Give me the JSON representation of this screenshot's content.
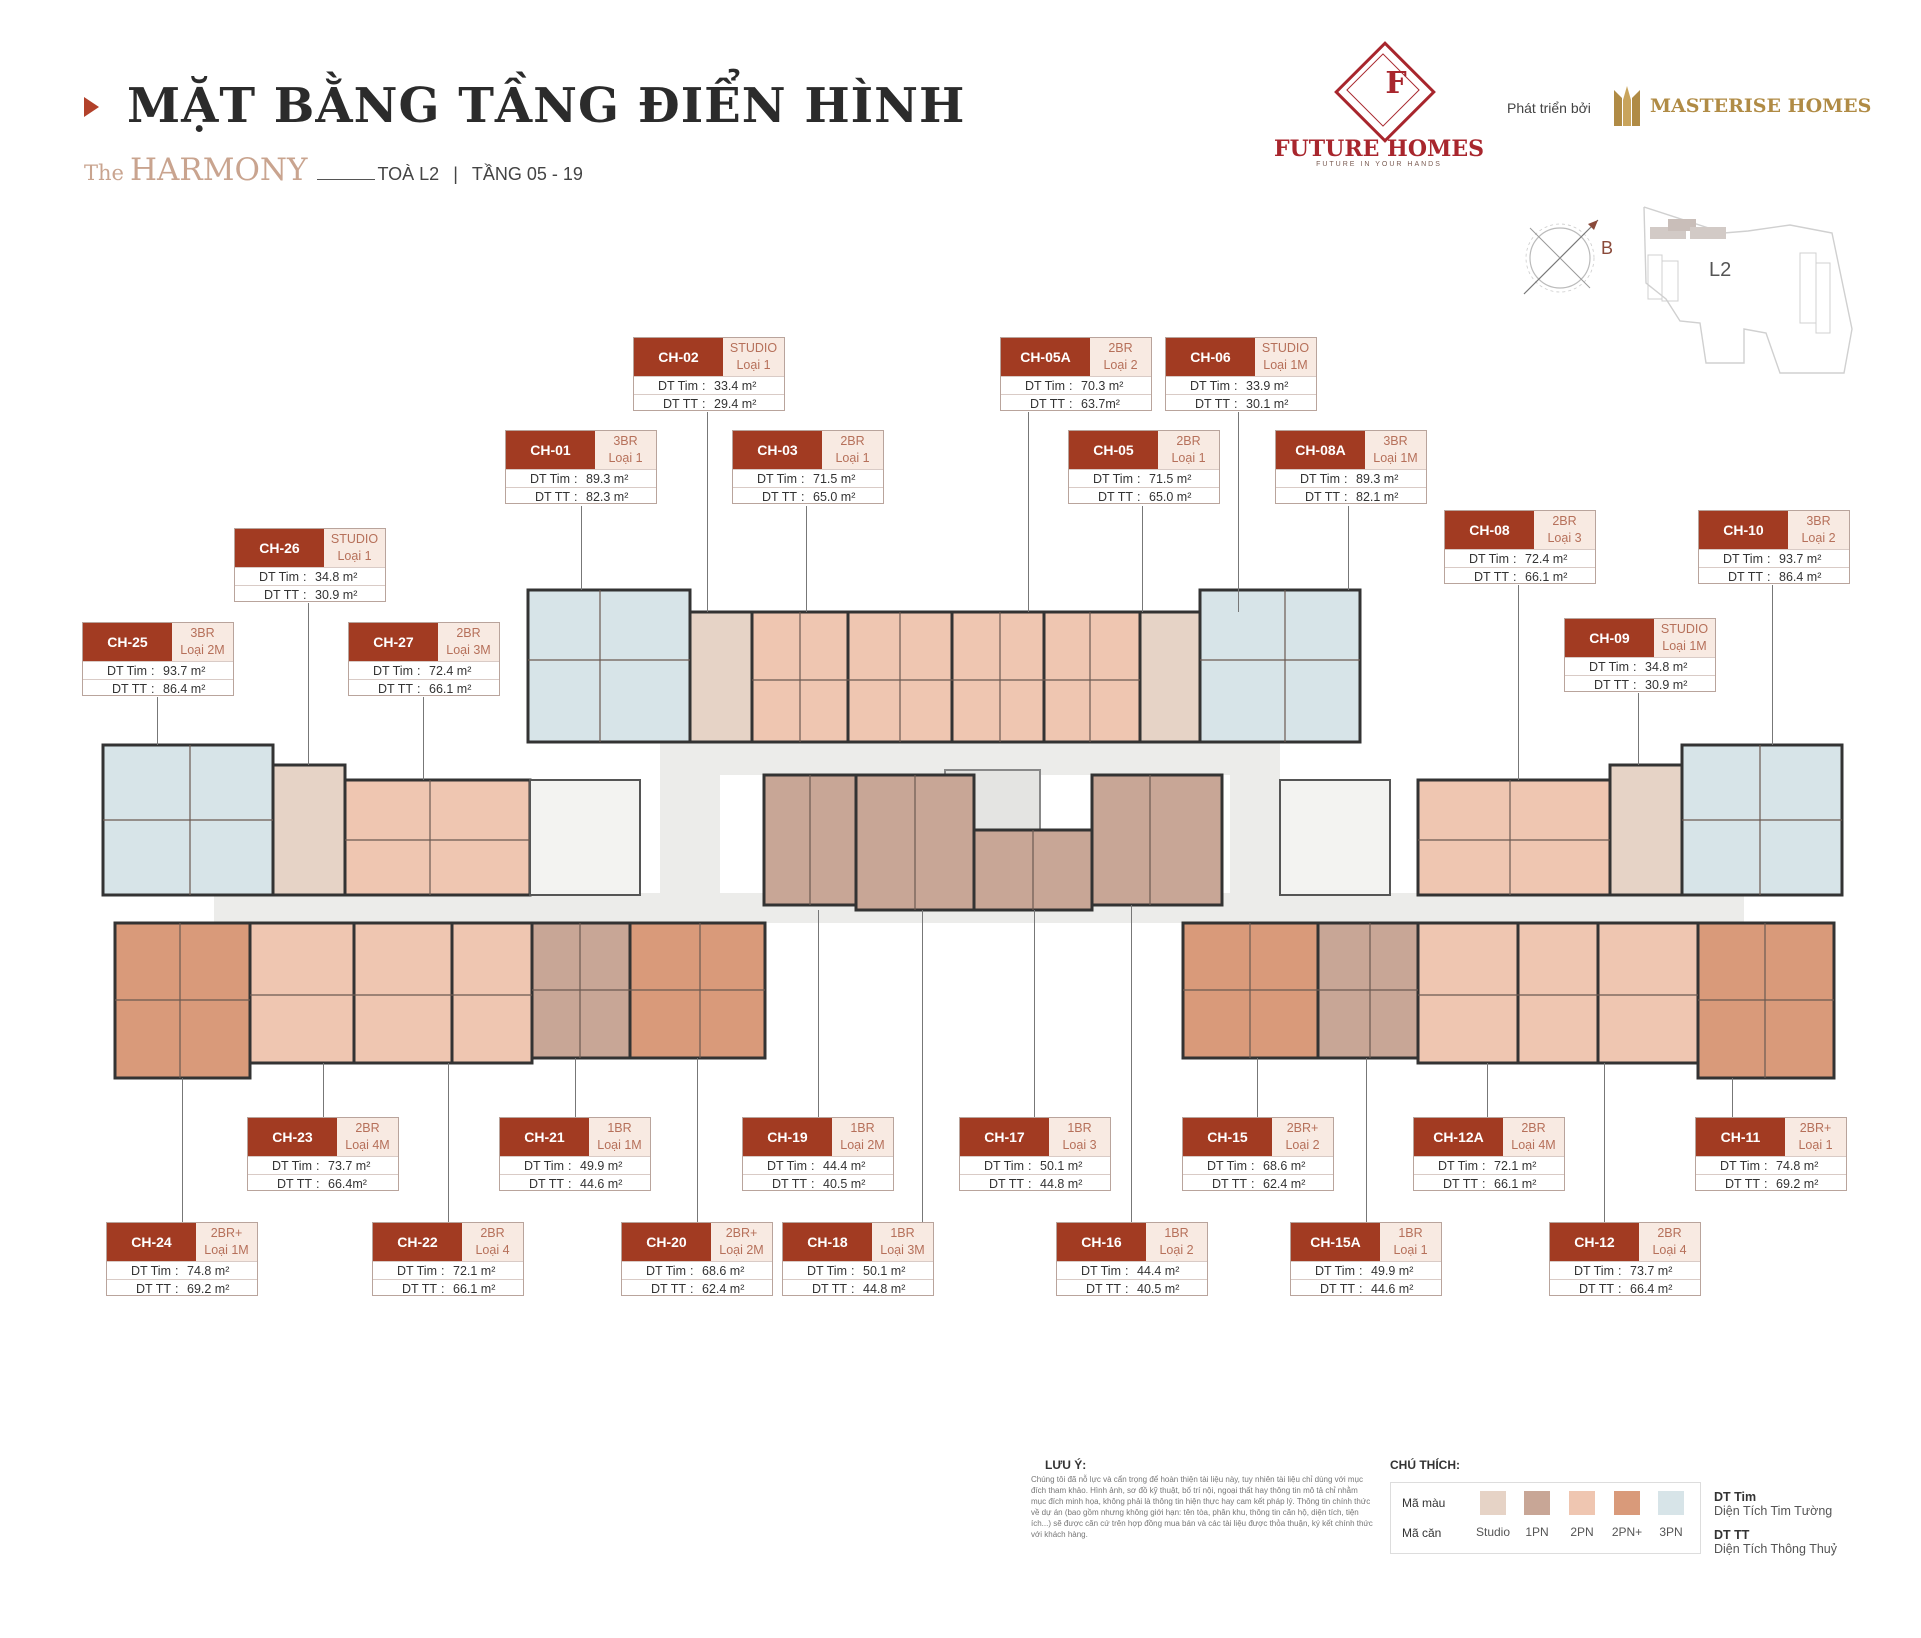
{
  "header": {
    "title": "MẶT BẰNG TẦNG ĐIỂN HÌNH",
    "project_prefix": "The",
    "project_name": "HARMONY",
    "building": "TOÀ L2",
    "separator": "|",
    "floors": "TẦNG 05 - 19"
  },
  "brand": {
    "logo_letter": "F",
    "name": "FUTURE HOMES",
    "tagline": "FUTURE IN YOUR HANDS",
    "developed_by": "Phát triển bởi",
    "developer": "MASTERISE HOMES"
  },
  "orientation": {
    "compass_label": "B",
    "tower_label": "L2"
  },
  "colors": {
    "accent": "#a23b22",
    "studio": "#e6d3c6",
    "1pn": "#c8a696",
    "2pn": "#efc6b1",
    "2pn_plus": "#d99a7a",
    "3pn": "#d7e4e8",
    "corridor": "#ececea"
  },
  "units": [
    {
      "code": "CH-01",
      "type": "3BR",
      "layout": "Loại 1",
      "area_label": "DT Tim",
      "area": "89.3 m²",
      "net_label": "DT TT",
      "net": "82.3 m²"
    },
    {
      "code": "CH-02",
      "type": "STUDIO",
      "layout": "Loại 1",
      "area_label": "DT Tim",
      "area": "33.4 m²",
      "net_label": "DT TT",
      "net": "29.4 m²"
    },
    {
      "code": "CH-03",
      "type": "2BR",
      "layout": "Loại 1",
      "area_label": "DT Tim",
      "area": "71.5 m²",
      "net_label": "DT TT",
      "net": "65.0 m²"
    },
    {
      "code": "CH-05A",
      "type": "2BR",
      "layout": "Loại 2",
      "area_label": "DT Tim",
      "area": "70.3 m²",
      "net_label": "DT TT",
      "net": "63.7m²"
    },
    {
      "code": "CH-05",
      "type": "2BR",
      "layout": "Loại 1",
      "area_label": "DT Tim",
      "area": "71.5 m²",
      "net_label": "DT TT",
      "net": "65.0 m²"
    },
    {
      "code": "CH-06",
      "type": "STUDIO",
      "layout": "Loại 1M",
      "area_label": "DT Tim",
      "area": "33.9 m²",
      "net_label": "DT TT",
      "net": "30.1 m²"
    },
    {
      "code": "CH-08A",
      "type": "3BR",
      "layout": "Loại 1M",
      "area_label": "DT Tim",
      "area": "89.3 m²",
      "net_label": "DT TT",
      "net": "82.1 m²"
    },
    {
      "code": "CH-08",
      "type": "2BR",
      "layout": "Loại 3",
      "area_label": "DT Tim",
      "area": "72.4 m²",
      "net_label": "DT TT",
      "net": "66.1 m²"
    },
    {
      "code": "CH-10",
      "type": "3BR",
      "layout": "Loại 2",
      "area_label": "DT Tim",
      "area": "93.7 m²",
      "net_label": "DT TT",
      "net": "86.4 m²"
    },
    {
      "code": "CH-09",
      "type": "STUDIO",
      "layout": "Loại 1M",
      "area_label": "DT Tim",
      "area": "34.8 m²",
      "net_label": "DT TT",
      "net": "30.9 m²"
    },
    {
      "code": "CH-26",
      "type": "STUDIO",
      "layout": "Loại 1",
      "area_label": "DT Tim",
      "area": "34.8 m²",
      "net_label": "DT TT",
      "net": "30.9 m²"
    },
    {
      "code": "CH-25",
      "type": "3BR",
      "layout": "Loại 2M",
      "area_label": "DT Tim",
      "area": "93.7 m²",
      "net_label": "DT TT",
      "net": "86.4 m²"
    },
    {
      "code": "CH-27",
      "type": "2BR",
      "layout": "Loại 3M",
      "area_label": "DT Tim",
      "area": "72.4 m²",
      "net_label": "DT TT",
      "net": "66.1 m²"
    },
    {
      "code": "CH-23",
      "type": "2BR",
      "layout": "Loại 4M",
      "area_label": "DT Tim",
      "area": "73.7 m²",
      "net_label": "DT TT",
      "net": "66.4m²"
    },
    {
      "code": "CH-21",
      "type": "1BR",
      "layout": "Loại 1M",
      "area_label": "DT Tim",
      "area": "49.9 m²",
      "net_label": "DT TT",
      "net": "44.6 m²"
    },
    {
      "code": "CH-19",
      "type": "1BR",
      "layout": "Loại 2M",
      "area_label": "DT Tim",
      "area": "44.4 m²",
      "net_label": "DT TT",
      "net": "40.5 m²"
    },
    {
      "code": "CH-17",
      "type": "1BR",
      "layout": "Loại 3",
      "area_label": "DT Tim",
      "area": "50.1 m²",
      "net_label": "DT TT",
      "net": "44.8 m²"
    },
    {
      "code": "CH-15",
      "type": "2BR+",
      "layout": "Loại 2",
      "area_label": "DT Tim",
      "area": "68.6 m²",
      "net_label": "DT TT",
      "net": "62.4 m²"
    },
    {
      "code": "CH-12A",
      "type": "2BR",
      "layout": "Loại 4M",
      "area_label": "DT Tim",
      "area": "72.1 m²",
      "net_label": "DT TT",
      "net": "66.1 m²"
    },
    {
      "code": "CH-11",
      "type": "2BR+",
      "layout": "Loại 1",
      "area_label": "DT Tim",
      "area": "74.8 m²",
      "net_label": "DT TT",
      "net": "69.2 m²"
    },
    {
      "code": "CH-24",
      "type": "2BR+",
      "layout": "Loại 1M",
      "area_label": "DT Tim",
      "area": "74.8 m²",
      "net_label": "DT TT",
      "net": "69.2 m²"
    },
    {
      "code": "CH-22",
      "type": "2BR",
      "layout": "Loại 4",
      "area_label": "DT Tim",
      "area": "72.1 m²",
      "net_label": "DT TT",
      "net": "66.1 m²"
    },
    {
      "code": "CH-20",
      "type": "2BR+",
      "layout": "Loại 2M",
      "area_label": "DT Tim",
      "area": "68.6 m²",
      "net_label": "DT TT",
      "net": "62.4 m²"
    },
    {
      "code": "CH-18",
      "type": "1BR",
      "layout": "Loại 3M",
      "area_label": "DT Tim",
      "area": "50.1 m²",
      "net_label": "DT TT",
      "net": "44.8 m²"
    },
    {
      "code": "CH-16",
      "type": "1BR",
      "layout": "Loại 2",
      "area_label": "DT Tim",
      "area": "44.4 m²",
      "net_label": "DT TT",
      "net": "40.5 m²"
    },
    {
      "code": "CH-15A",
      "type": "1BR",
      "layout": "Loại 1",
      "area_label": "DT Tim",
      "area": "49.9 m²",
      "net_label": "DT TT",
      "net": "44.6 m²"
    },
    {
      "code": "CH-12",
      "type": "2BR",
      "layout": "Loại 4",
      "area_label": "DT Tim",
      "area": "73.7 m²",
      "net_label": "DT TT",
      "net": "66.4 m²"
    }
  ],
  "note": {
    "title": "LƯU Ý:",
    "text": "Chúng tôi đã nỗ lực và cẩn trọng để hoàn thiện tài liệu này, tuy nhiên tài liệu chỉ dùng với mục đích tham khảo. Hình ảnh, sơ đồ kỹ thuật, bố trí nội, ngoại thất hay thông tin mô tả chỉ nhằm mục đích minh họa, không phải là thông tin hiện thực hay cam kết pháp lý. Thông tin chính thức về dự án (bao gồm nhưng không giới hạn: tên tòa, phân khu, thông tin căn hộ, diện tích, tiện ích...) sẽ được căn cứ trên hợp đồng mua bán và các tài liệu được thỏa thuận, ký kết chính thức với khách hàng."
  },
  "legend": {
    "title": "CHÚ THÍCH:",
    "color_label": "Mã màu",
    "unit_label": "Mã căn",
    "items": [
      "Studio",
      "1PN",
      "2PN",
      "2PN+",
      "3PN"
    ],
    "abbr1_short": "DT Tim",
    "abbr1_long": "Diện Tích Tim Tường",
    "abbr2_short": "DT TT",
    "abbr2_long": "Diện Tích Thông Thuỷ"
  }
}
